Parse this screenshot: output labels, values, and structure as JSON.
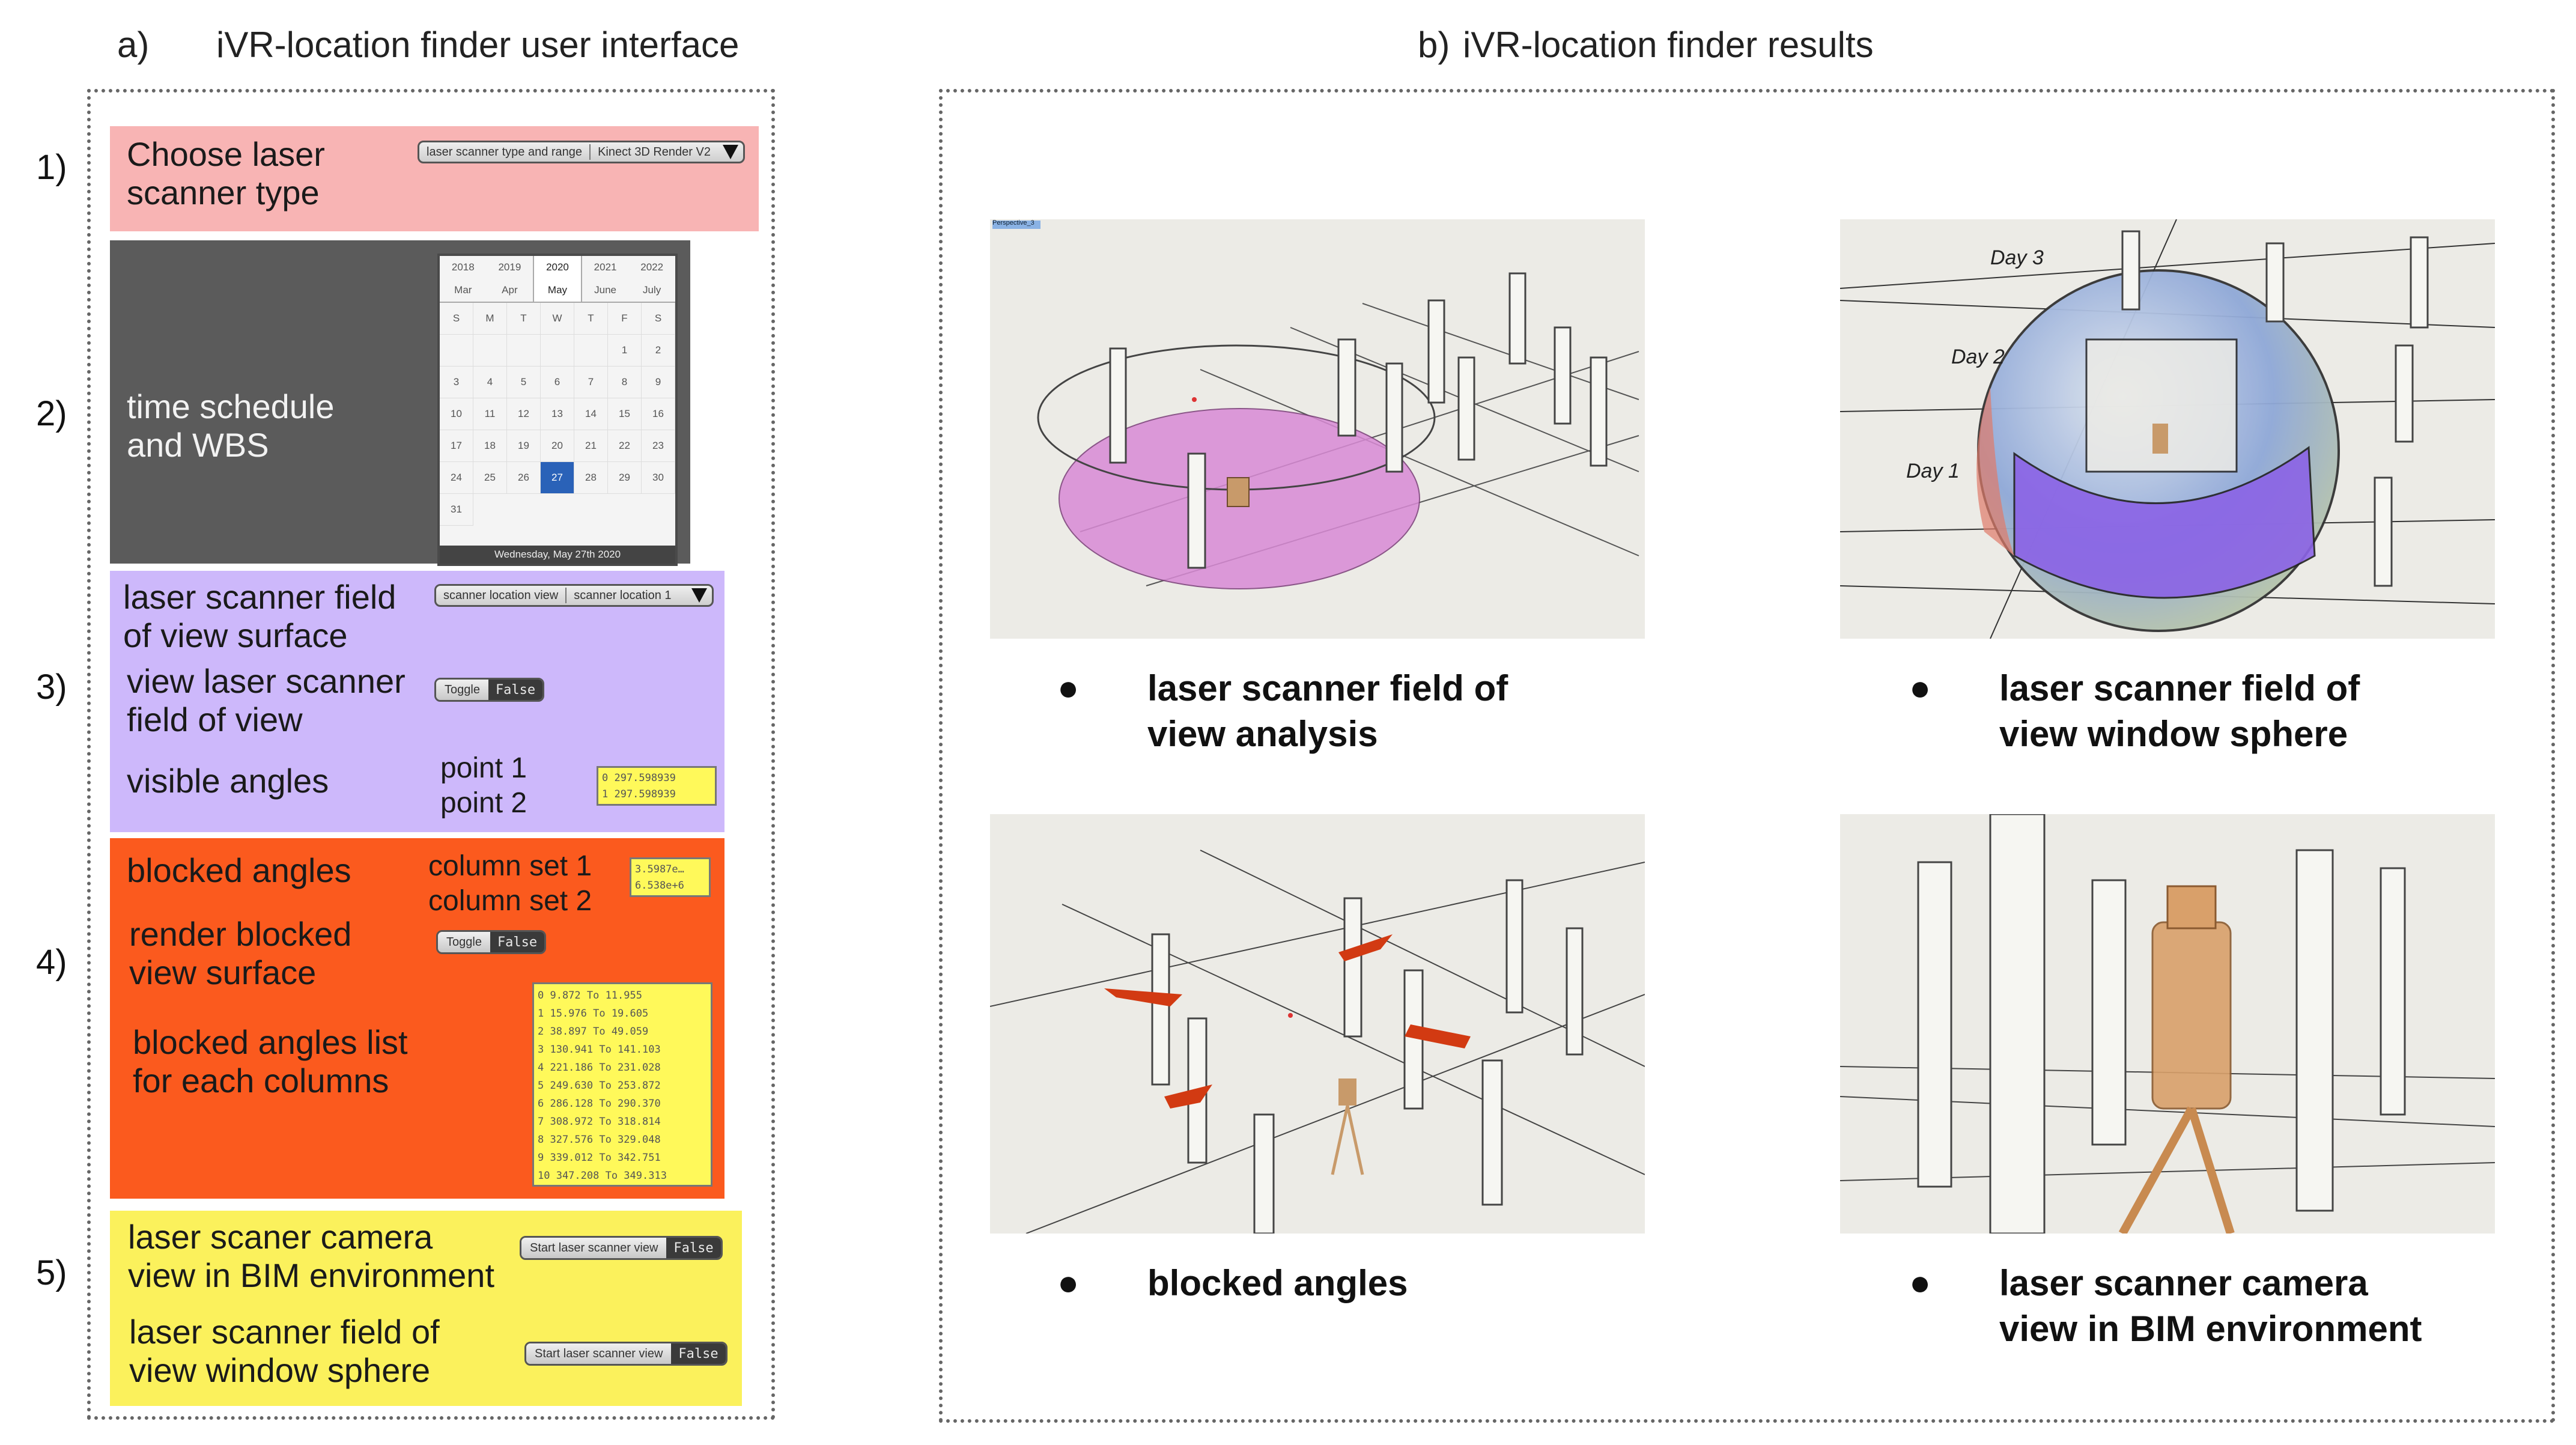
{
  "section_a": {
    "letter": "a)",
    "title": "iVR-location finder user interface"
  },
  "section_b": {
    "letter": "b)",
    "title": "iVR-location finder results"
  },
  "steps": [
    {
      "num": "1)",
      "label": "Choose laser\nscanner type",
      "color": "#f8b4b4",
      "dropdown": {
        "name": "laser scanner type and range",
        "value": "Kinect 3D Render V2"
      }
    },
    {
      "num": "2)",
      "label": "time schedule\nand WBS",
      "color": "#5b5b5b",
      "calendar": {
        "years": [
          "2018",
          "2019",
          "2020",
          "2021",
          "2022"
        ],
        "selected_year": "2020",
        "months": [
          "Mar",
          "Apr",
          "May",
          "June",
          "July"
        ],
        "selected_month": "May",
        "weekdays": [
          "S",
          "M",
          "T",
          "W",
          "T",
          "F",
          "S"
        ],
        "days": [
          "",
          "",
          "",
          "",
          "",
          "1",
          "2",
          "3",
          "4",
          "5",
          "6",
          "7",
          "8",
          "9",
          "10",
          "11",
          "12",
          "13",
          "14",
          "15",
          "16",
          "17",
          "18",
          "19",
          "20",
          "21",
          "22",
          "23",
          "24",
          "25",
          "26",
          "27",
          "28",
          "29",
          "30",
          "31"
        ],
        "selected_day": "27",
        "footer": "Wednesday, May 27th 2020"
      }
    },
    {
      "num": "3)",
      "color": "#cdb8fb",
      "fov_label": "laser scanner field\nof view surface",
      "dropdown": {
        "name": "scanner location view",
        "value": "scanner location 1"
      },
      "view_label": "view laser scanner\nfield of view",
      "toggle": {
        "label": "Toggle",
        "value": "False"
      },
      "angles_label": "visible angles",
      "points_label": "point 1\npoint 2",
      "points_panel": "0 297.598939\n1 297.598939"
    },
    {
      "num": "4)",
      "color": "#fb5a1e",
      "blocked_label": "blocked angles",
      "columns_label": "column set 1\ncolumn set 2",
      "columns_panel": "3.5987e…\n6.538e+6",
      "render_label": "render blocked\nview surface",
      "toggle": {
        "label": "Toggle",
        "value": "False"
      },
      "list_label": "blocked angles list\nfor each columns",
      "list_panel": "0 9.872 To 11.955\n1 15.976 To 19.605\n2 38.897 To 49.059\n3 130.941 To 141.103\n4 221.186 To 231.028\n5 249.630 To 253.872\n6 286.128 To 290.370\n7 308.972 To 318.814\n8 327.576 To 329.048\n9 339.012 To 342.751\n10 347.208 To 349.313"
    },
    {
      "num": "5)",
      "color": "#fbf15c",
      "camera_label": "laser scaner camera\nview in BIM environment",
      "camera_button": {
        "label": "Start laser scanner view",
        "value": "False"
      },
      "sphere_label": "laser scanner field of\nview window sphere",
      "sphere_button": {
        "label": "Start laser scanner view",
        "value": "False"
      }
    }
  ],
  "results": [
    {
      "bullet": "●",
      "caption": "laser scanner field of\nview analysis",
      "viewport_tag": "Perspective_3"
    },
    {
      "bullet": "●",
      "caption": "laser scanner field of\nview window sphere",
      "day_labels": [
        "Day 3",
        "Day 2",
        "Day 1"
      ]
    },
    {
      "bullet": "●",
      "caption": "blocked angles"
    },
    {
      "bullet": "●",
      "caption": "laser scanner camera\nview in BIM environment"
    }
  ]
}
